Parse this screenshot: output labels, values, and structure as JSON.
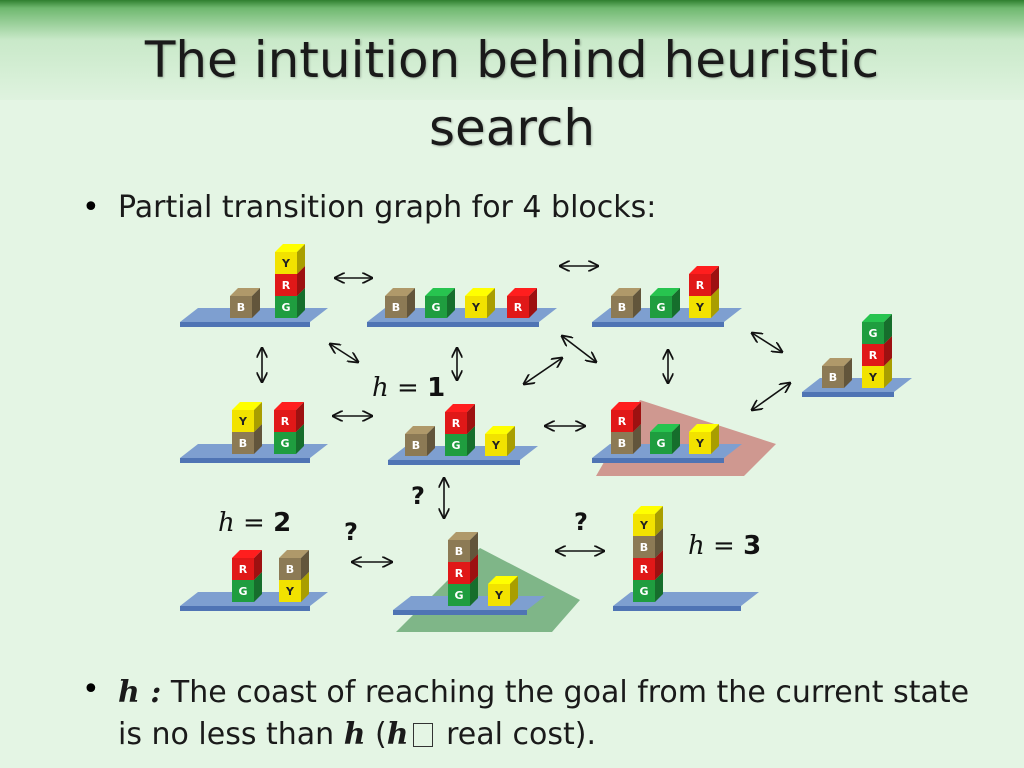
{
  "slide": {
    "title_line1": "The intuition behind heuristic",
    "title_line2": "search",
    "bullet1": "Partial transition graph for 4 blocks:",
    "bullet2": {
      "h_label": "h :",
      "text_a": " The coast of reaching the goal from the current state is no less than ",
      "h_mid": "h",
      "paren_open": " (",
      "h_inner": "h",
      "text_b": " real cost)."
    }
  },
  "diagram": {
    "block_colors": {
      "B": "#8c7a55",
      "G": "#1f9d3f",
      "Y": "#f2e200",
      "R": "#e01818"
    },
    "h_labels": [
      {
        "var": "h",
        "eq": " = ",
        "value": "1"
      },
      {
        "var": "h",
        "eq": " = ",
        "value": "2"
      },
      {
        "var": "h",
        "eq": " = ",
        "value": "3"
      }
    ],
    "question": "?",
    "states": [
      {
        "id": "s1",
        "stacks": [
          [
            "B"
          ],
          [
            "G",
            "R",
            "Y"
          ]
        ]
      },
      {
        "id": "s2",
        "stacks": [
          [
            "B"
          ],
          [
            "G"
          ],
          [
            "Y"
          ],
          [
            "R"
          ]
        ]
      },
      {
        "id": "s3",
        "stacks": [
          [
            "B"
          ],
          [
            "G"
          ],
          [
            "Y",
            "R"
          ]
        ]
      },
      {
        "id": "s4",
        "stacks": [
          [
            "B"
          ],
          [
            "Y",
            "R",
            "G"
          ]
        ]
      },
      {
        "id": "s5",
        "stacks": [
          [
            "B",
            "Y"
          ],
          [
            "G",
            "R"
          ]
        ]
      },
      {
        "id": "s6",
        "stacks": [
          [
            "B"
          ],
          [
            "G",
            "R"
          ],
          [
            "Y"
          ]
        ]
      },
      {
        "id": "s7",
        "stacks": [
          [
            "B",
            "R"
          ],
          [
            "G"
          ],
          [
            "Y"
          ]
        ]
      },
      {
        "id": "s8",
        "stacks": [
          [
            "G",
            "R"
          ],
          [
            "Y",
            "B"
          ]
        ]
      },
      {
        "id": "s9",
        "stacks": [
          [
            "G",
            "R",
            "B"
          ],
          [
            "Y"
          ]
        ]
      },
      {
        "id": "s10",
        "stacks": [
          [
            "G",
            "R",
            "B",
            "Y"
          ]
        ]
      }
    ]
  }
}
